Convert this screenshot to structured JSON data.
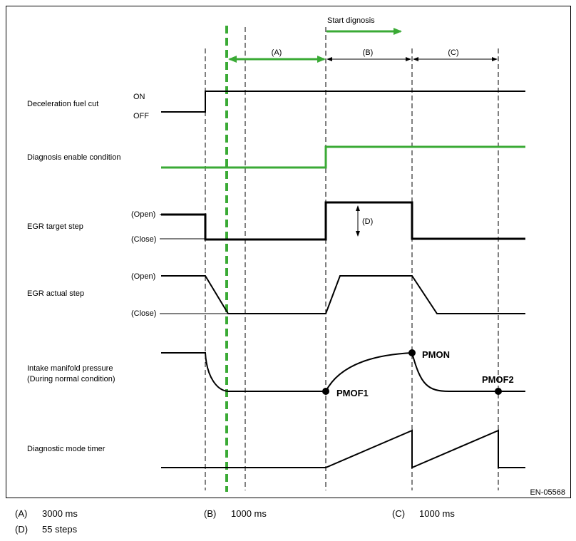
{
  "header": {
    "start_label": "Start dignosis",
    "code": "EN-05568"
  },
  "intervals": [
    "(A)",
    "(B)",
    "(C)",
    "(D)"
  ],
  "signals": {
    "decel": {
      "name": "Deceleration fuel cut",
      "on": "ON",
      "off": "OFF"
    },
    "enable": {
      "name": "Diagnosis enable condition"
    },
    "target": {
      "name": "EGR target step",
      "open": "(Open)",
      "close": "(Close)"
    },
    "actual": {
      "name": "EGR actual step",
      "open": "(Open)",
      "close": "(Close)"
    },
    "pressure": {
      "name1": "Intake manifold pressure",
      "name2": "(During normal condition)"
    },
    "timer": {
      "name": "Diagnostic mode timer"
    }
  },
  "points": [
    "PMOF1",
    "PMON",
    "PMOF2"
  ],
  "colors": {
    "highlight": "#3aaa35",
    "line": "#000000"
  },
  "legend": [
    {
      "key": "(A)",
      "value": "3000 ms"
    },
    {
      "key": "(B)",
      "value": "1000 ms"
    },
    {
      "key": "(C)",
      "value": "1000 ms"
    },
    {
      "key": "(D)",
      "value": "55 steps"
    }
  ]
}
